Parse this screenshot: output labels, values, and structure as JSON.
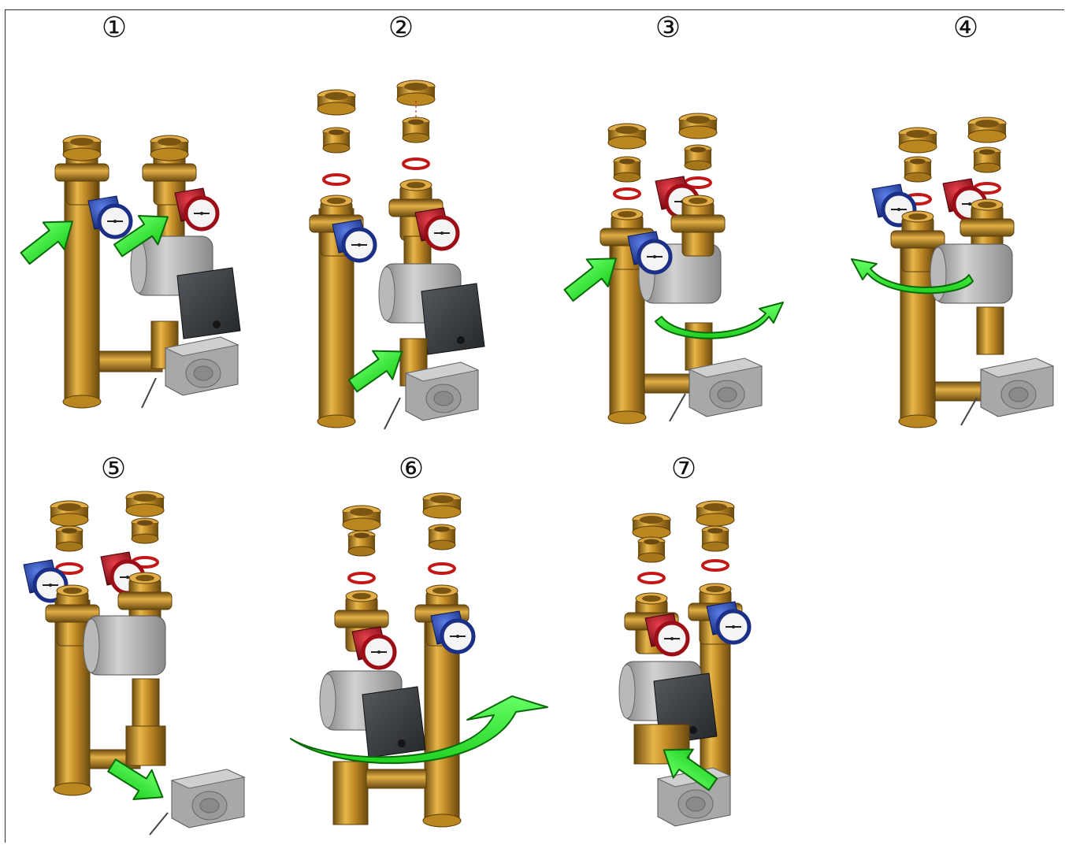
{
  "steps": [
    {
      "number": "①"
    },
    {
      "number": "②"
    },
    {
      "number": "③"
    },
    {
      "number": "④"
    },
    {
      "number": "⑤"
    },
    {
      "number": "⑥"
    },
    {
      "number": "⑦"
    }
  ],
  "colors": {
    "brass": "#c8902a",
    "brass_dark": "#7a5512",
    "handle_blue": "#1f3ea8",
    "handle_red": "#b0101a",
    "pump_gray": "#a9a9a9",
    "pump_head": "#3a3d40",
    "arrow_green": "#33ee33",
    "ring_red": "#c21818"
  }
}
